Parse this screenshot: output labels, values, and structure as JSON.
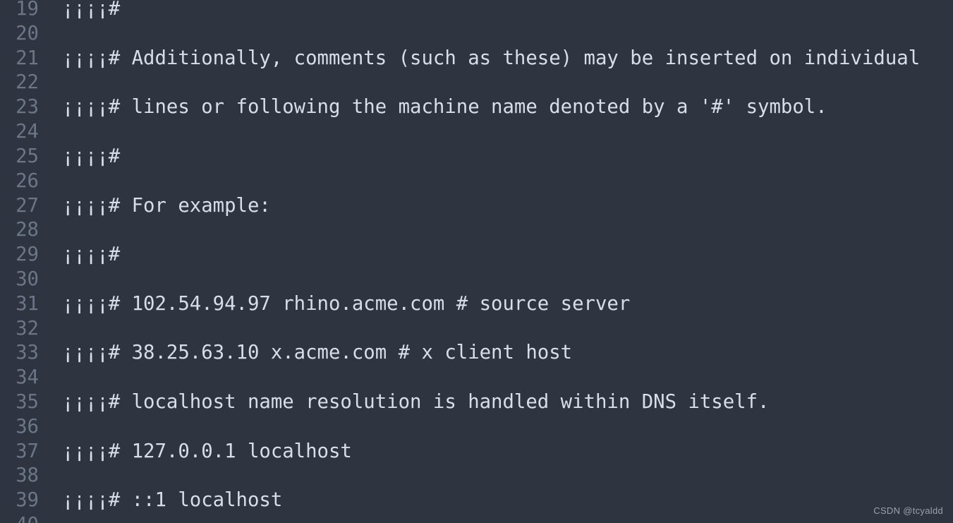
{
  "theme": {
    "background": "#2e3440",
    "text_color": "#d8dee9",
    "line_number_color": "#6b7687",
    "watermark_color": "#9aa2ad"
  },
  "editor": {
    "first_visible_line": 19,
    "last_visible_line": 40,
    "lines": [
      {
        "num": "19",
        "text": "¡¡¡¡#"
      },
      {
        "num": "20",
        "text": ""
      },
      {
        "num": "21",
        "text": "¡¡¡¡# Additionally, comments (such as these) may be inserted on individual"
      },
      {
        "num": "22",
        "text": ""
      },
      {
        "num": "23",
        "text": "¡¡¡¡# lines or following the machine name denoted by a '#' symbol."
      },
      {
        "num": "24",
        "text": ""
      },
      {
        "num": "25",
        "text": "¡¡¡¡#"
      },
      {
        "num": "26",
        "text": ""
      },
      {
        "num": "27",
        "text": "¡¡¡¡# For example:"
      },
      {
        "num": "28",
        "text": ""
      },
      {
        "num": "29",
        "text": "¡¡¡¡#"
      },
      {
        "num": "30",
        "text": ""
      },
      {
        "num": "31",
        "text": "¡¡¡¡# 102.54.94.97 rhino.acme.com # source server"
      },
      {
        "num": "32",
        "text": ""
      },
      {
        "num": "33",
        "text": "¡¡¡¡# 38.25.63.10 x.acme.com # x client host"
      },
      {
        "num": "34",
        "text": ""
      },
      {
        "num": "35",
        "text": "¡¡¡¡# localhost name resolution is handled within DNS itself."
      },
      {
        "num": "36",
        "text": ""
      },
      {
        "num": "37",
        "text": "¡¡¡¡# 127.0.0.1 localhost"
      },
      {
        "num": "38",
        "text": ""
      },
      {
        "num": "39",
        "text": "¡¡¡¡# ::1 localhost"
      },
      {
        "num": "40",
        "text": ""
      }
    ]
  },
  "watermark": {
    "text": "CSDN @tcyaldd"
  }
}
